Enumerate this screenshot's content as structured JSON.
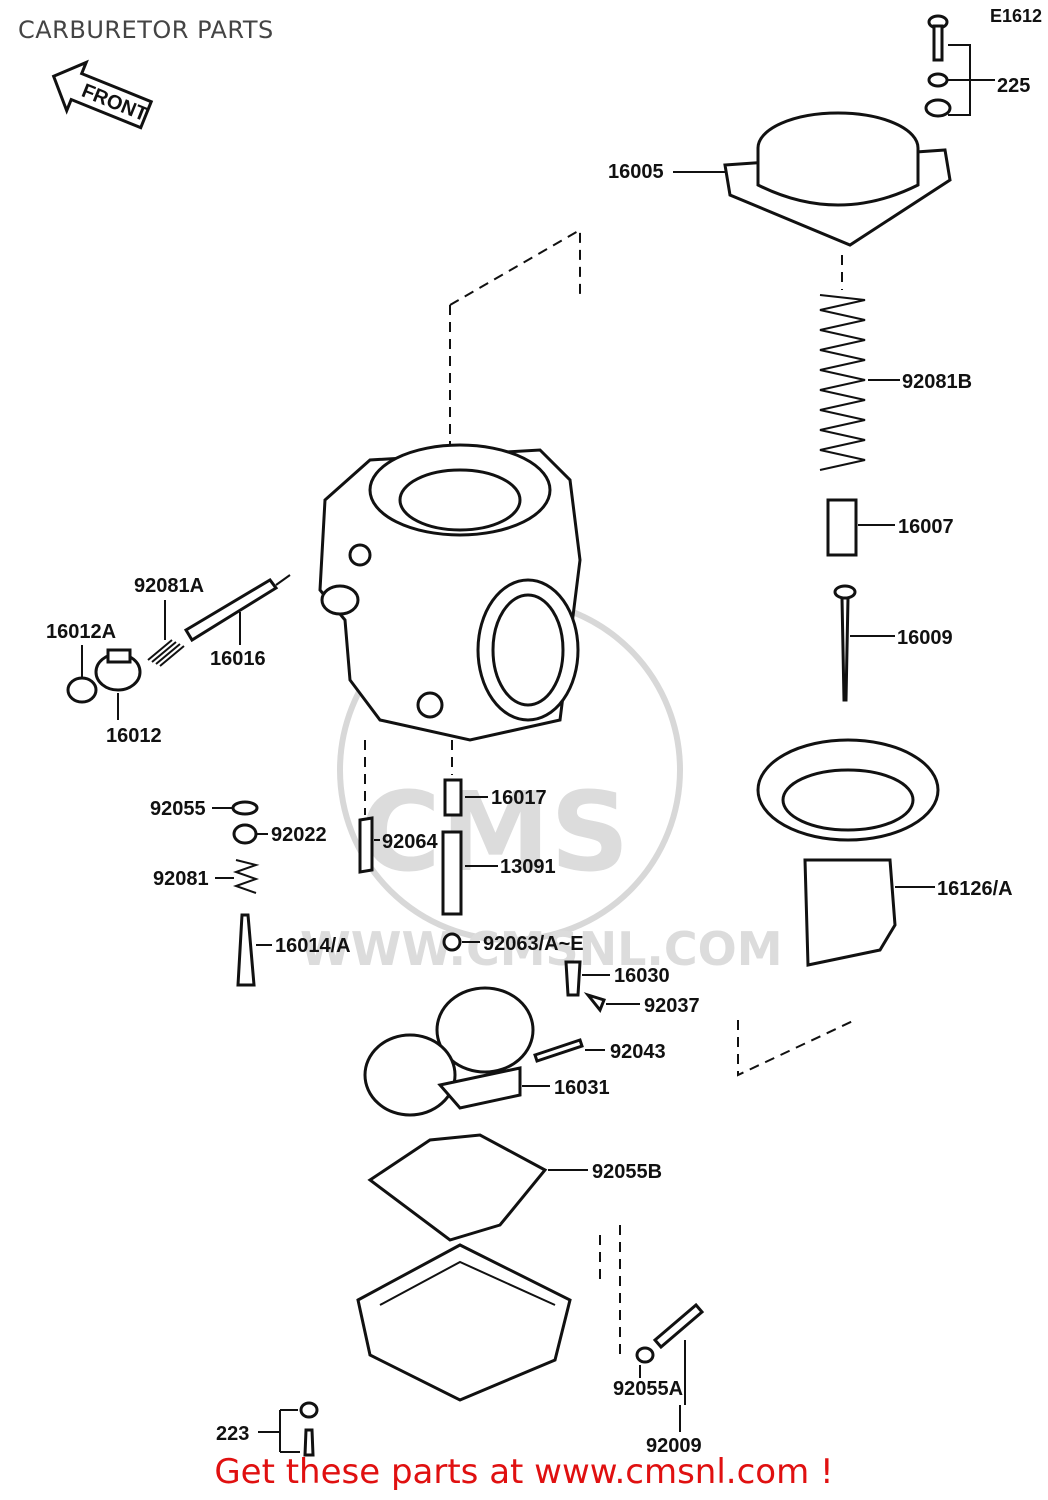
{
  "title": "CARBURETOR PARTS",
  "ref_code": "E1612",
  "front_label": "FRONT",
  "watermark": {
    "logo": "CMS",
    "url": "WWW.CMSNL.COM"
  },
  "footer": "Get these parts at www.cmsnl.com !",
  "labels": {
    "p225": "225",
    "p16005": "16005",
    "p92081B": "92081B",
    "p16007": "16007",
    "p16009": "16009",
    "p16126A": "16126/A",
    "p92081A": "92081A",
    "p16012A": "16012A",
    "p16016": "16016",
    "p16012": "16012",
    "p92055": "92055",
    "p92022": "92022",
    "p92064": "92064",
    "p16017": "16017",
    "p13091": "13091",
    "p92081": "92081",
    "p16014A": "16014/A",
    "p92063": "92063/A~E",
    "p16030": "16030",
    "p92037": "92037",
    "p92043": "92043",
    "p16031": "16031",
    "p92055B": "92055B",
    "p92055A": "92055A",
    "p92009": "92009",
    "p223": "223"
  }
}
